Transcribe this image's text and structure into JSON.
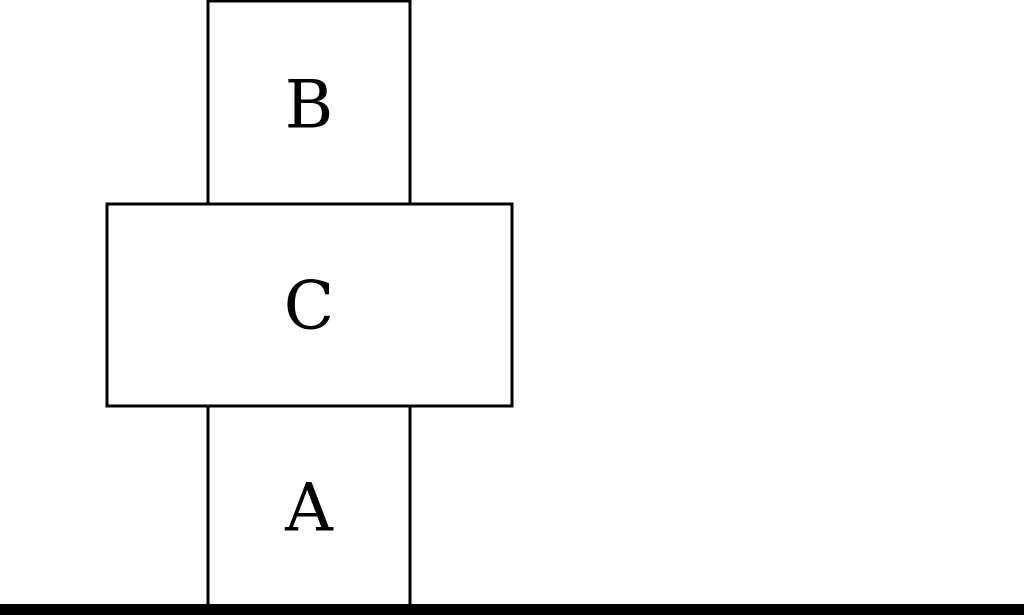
{
  "blocks": [
    {
      "label": "B"
    },
    {
      "label": "C"
    },
    {
      "label": "A"
    }
  ],
  "colors": {
    "stroke": "#000000",
    "fill": "#ffffff",
    "ground": "#000000"
  }
}
